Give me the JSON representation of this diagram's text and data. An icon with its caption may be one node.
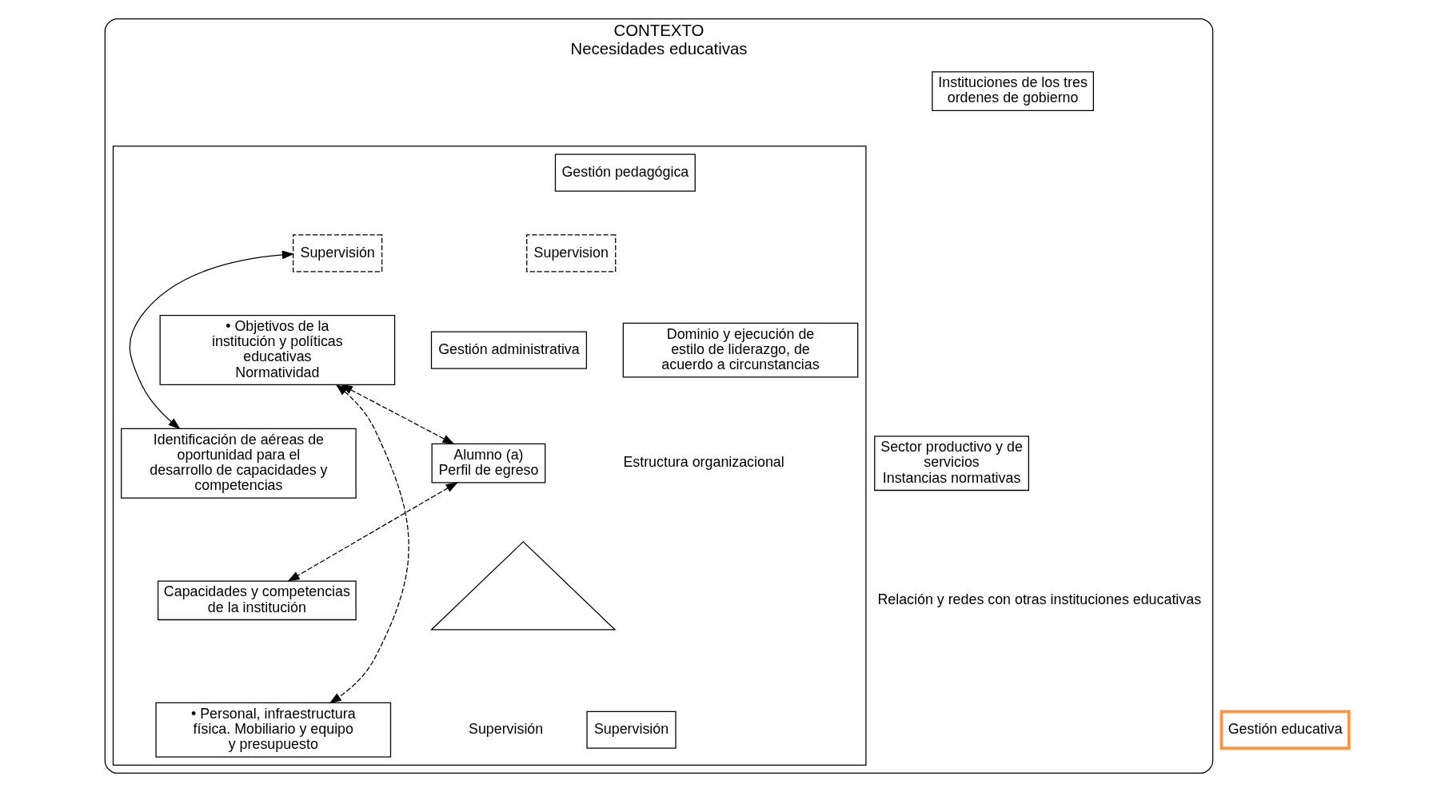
{
  "diagram": {
    "nodes": [
      {
        "text": [
          "CONTEXTO",
          "Necesidades educativas"
        ]
      },
      {
        "text": [],
        "shape": "box",
        "in": 0
      },
      {
        "text": [
          "Instituciones de los tres ordenes de gobierno"
        ],
        "in": 0
      },
      {
        "text": [
          "Sector productivo y de servicios",
          "Instancias normativas"
        ],
        "in": 0
      },
      {
        "text": [
          "Gestión pedagógica"
        ],
        "in": 1
      },
      {
        "text": [
          "Alumno (a)",
          "Perfil de egreso"
        ],
        "in": 1
      },
      {
        "text": [
          "Supervision"
        ],
        "in": 1
      },
      {
        "text": [
          "Supervisión"
        ],
        "in": 1
      },
      {
        "text": [
          "Identificación de aéreas de oportunidad para el desarrollo de capacidades y competencias"
        ],
        "in": 1
      },
      {
        "text": [],
        "shape": "triangle",
        "in": 1
      },
      {
        "text": [
          "Supervisión"
        ],
        "in": 1
      },
      {
        "text": [
          "Capacidades y competencias de la institución"
        ],
        "in": 1
      },
      {
        "text": [
          "• Objetivos de la institución y políticas educativas",
          "Normatividad"
        ],
        "in": 1
      },
      {
        "text": [
          "• Personal, infraestructura física. Mobiliario y equipo y presupuesto"
        ],
        "in": 1
      },
      {
        "text": [
          "Gestión administrativa"
        ],
        "in": 1
      },
      {
        "text": [
          "Dominio y ejecución de estilo de liderazgo, de acuerdo a circunstancias"
        ],
        "in": 1
      },
      {
        "text": [
          "Gestión educativa"
        ]
      }
    ],
    "edges": [
      {
        "from": 12,
        "to": 5,
        "arrow": "both",
        "style": "dashed"
      },
      {
        "from": 5,
        "to": 11,
        "arrow": "both",
        "style": "dashed"
      },
      {
        "from": 7,
        "to": 8,
        "arrow": "both"
      },
      {
        "from": 12,
        "to": 13,
        "arrow": "both",
        "style": "dashed"
      }
    ],
    "labels": [
      "Supervisión",
      "Estructura organizacional",
      "Relación y redes con otras instituciones educativas"
    ]
  }
}
